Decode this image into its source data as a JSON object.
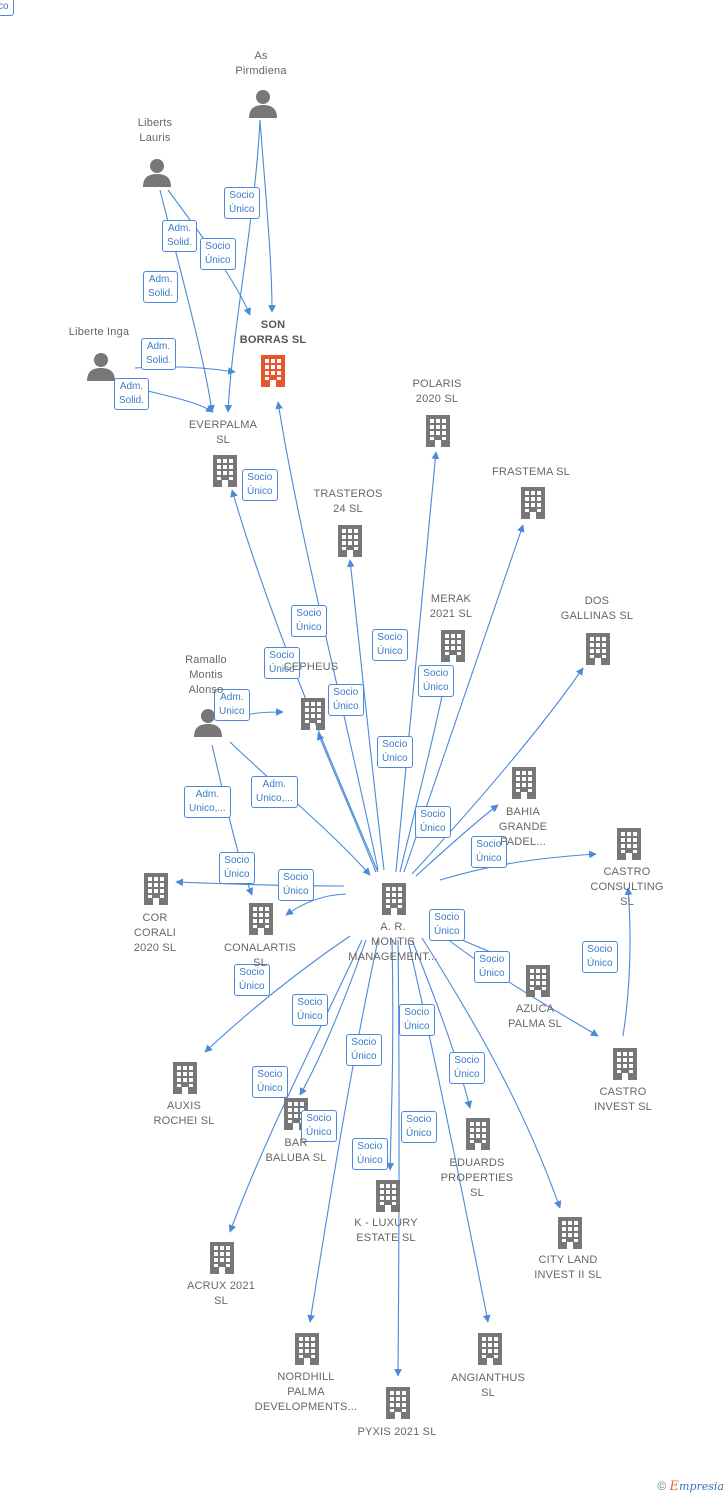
{
  "nodes": [
    {
      "id": "as",
      "label": "As\nPirmdiena",
      "type": "person"
    },
    {
      "id": "lauris",
      "label": "Liberts\nLauris",
      "type": "person"
    },
    {
      "id": "inga",
      "label": "Liberte Inga",
      "type": "person"
    },
    {
      "id": "son",
      "label": "SON\nBORRAS  SL",
      "type": "company",
      "highlight": true
    },
    {
      "id": "everpalma",
      "label": "EVERPALMA\nSL",
      "type": "company"
    },
    {
      "id": "trasteros",
      "label": "TRASTEROS\n24  SL",
      "type": "company"
    },
    {
      "id": "polaris",
      "label": "POLARIS\n2020  SL",
      "type": "company"
    },
    {
      "id": "frastema",
      "label": "FRASTEMA  SL",
      "type": "company"
    },
    {
      "id": "merak",
      "label": "MERAK\n2021  SL",
      "type": "company"
    },
    {
      "id": "dosgallinas",
      "label": "DOS\nGALLINAS  SL",
      "type": "company"
    },
    {
      "id": "ramallo",
      "label": "Ramallo\nMontis\nAlonso",
      "type": "person"
    },
    {
      "id": "cepheus",
      "label": "CEPHEUS",
      "type": "company"
    },
    {
      "id": "bahia",
      "label": "BAHIA\nGRANDE\nPADEL...",
      "type": "company"
    },
    {
      "id": "castrocons",
      "label": "CASTRO\nCONSULTING\nSL",
      "type": "company"
    },
    {
      "id": "cor",
      "label": "COR\nCORALI\n2020  SL",
      "type": "company"
    },
    {
      "id": "conalartis",
      "label": "CONALARTIS\nSL",
      "type": "company"
    },
    {
      "id": "armontis",
      "label": "A. R.\nMONTIS\nMANAGEMENT...",
      "type": "company"
    },
    {
      "id": "azuca",
      "label": "AZUCA\nPALMA  SL",
      "type": "company"
    },
    {
      "id": "castroinv",
      "label": "CASTRO\nINVEST  SL",
      "type": "company"
    },
    {
      "id": "auxis",
      "label": "AUXIS\nROCHEI  SL",
      "type": "company"
    },
    {
      "id": "barbaluba",
      "label": "BAR\nBALUBA  SL",
      "type": "company"
    },
    {
      "id": "eduards",
      "label": "EDUARDS\nPROPERTIES\nSL",
      "type": "company"
    },
    {
      "id": "kluxury",
      "label": "K -  LUXURY\nESTATE  SL",
      "type": "company"
    },
    {
      "id": "cityland",
      "label": "CITY LAND\nINVEST II  SL",
      "type": "company"
    },
    {
      "id": "acrux",
      "label": "ACRUX 2021\nSL",
      "type": "company"
    },
    {
      "id": "nordhill",
      "label": "NORDHILL\nPALMA\nDEVELOPMENTS...",
      "type": "company"
    },
    {
      "id": "pyxis",
      "label": "PYXIS 2021  SL",
      "type": "company"
    },
    {
      "id": "angianthus",
      "label": "ANGIANTHUS\nSL",
      "type": "company"
    }
  ],
  "edges": [
    {
      "from": "as",
      "to": "son",
      "label": "Socio\nÚnico"
    },
    {
      "from": "as",
      "to": "everpalma",
      "label": "Socio\nÚnico"
    },
    {
      "from": "lauris",
      "to": "son",
      "label": "Adm.\nSolid."
    },
    {
      "from": "lauris",
      "to": "everpalma",
      "label": "Adm.\nSolid."
    },
    {
      "from": "inga",
      "to": "son",
      "label": "Adm.\nSolid."
    },
    {
      "from": "inga",
      "to": "everpalma",
      "label": "Adm.\nSolid."
    },
    {
      "from": "ramallo",
      "to": "cepheus",
      "label": "Adm.\nUnico"
    },
    {
      "from": "ramallo",
      "to": "conalartis",
      "label": "Adm.\nUnico,..."
    },
    {
      "from": "ramallo",
      "to": "armontis",
      "label": "Adm.\nUnico,..."
    },
    {
      "from": "armontis",
      "to": "everpalma",
      "label": "Socio\nÚnico"
    },
    {
      "from": "armontis",
      "to": "son",
      "label": "Socio\nÚnico"
    },
    {
      "from": "armontis",
      "to": "trasteros",
      "label": "Socio\nÚnico"
    },
    {
      "from": "armontis",
      "to": "polaris",
      "label": "Socio\nÚnico"
    },
    {
      "from": "armontis",
      "to": "frastema",
      "label": "Socio\nÚnico"
    },
    {
      "from": "armontis",
      "to": "merak",
      "label": "Socio\nÚnico"
    },
    {
      "from": "armontis",
      "to": "dosgallinas",
      "label": "Socio\nÚnico"
    },
    {
      "from": "armontis",
      "to": "cepheus",
      "label": "Socio\nÚnico"
    },
    {
      "from": "armontis",
      "to": "bahia",
      "label": "Socio\nÚnico"
    },
    {
      "from": "armontis",
      "to": "castrocons",
      "label": "Socio\nÚnico"
    },
    {
      "from": "armontis",
      "to": "cor",
      "label": "Socio\nÚnico"
    },
    {
      "from": "armontis",
      "to": "conalartis",
      "label": "Socio\nÚnico"
    },
    {
      "from": "armontis",
      "to": "azuca",
      "label": "Socio\nÚnico"
    },
    {
      "from": "armontis",
      "to": "castroinv",
      "label": "Socio\nÚnico"
    },
    {
      "from": "castroinv",
      "to": "castrocons",
      "label": "Socio\nÚnico"
    },
    {
      "from": "armontis",
      "to": "auxis",
      "label": "Socio\nÚnico"
    },
    {
      "from": "armontis",
      "to": "barbaluba",
      "label": "Socio\nÚnico"
    },
    {
      "from": "armontis",
      "to": "kluxury",
      "label": "Socio\nÚnico"
    },
    {
      "from": "armontis",
      "to": "eduards",
      "label": "Socio\nÚnico"
    },
    {
      "from": "armontis",
      "to": "cityland",
      "label": "Socio\nÚnico"
    },
    {
      "from": "armontis",
      "to": "acrux",
      "label": "Socio\nÚnico"
    },
    {
      "from": "armontis",
      "to": "nordhill",
      "label": "Socio\nÚnico"
    },
    {
      "from": "armontis",
      "to": "pyxis",
      "label": "Socio\nÚnico"
    },
    {
      "from": "armontis",
      "to": "angianthus",
      "label": "Socio\nÚnico"
    }
  ],
  "footer": {
    "copyright": "©",
    "brand_e": "E",
    "brand_rest": "mpresia"
  },
  "colors": {
    "edge": "#4a8ad8",
    "node": "#777777",
    "highlight": "#e8552a",
    "person": "#777777"
  }
}
